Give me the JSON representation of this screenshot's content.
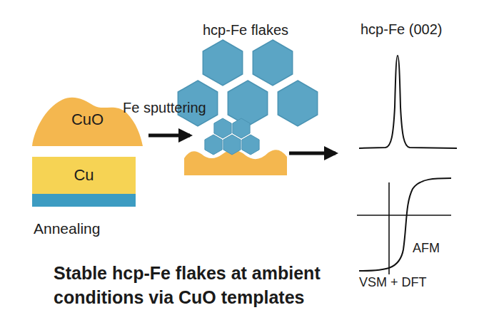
{
  "diagram": {
    "title": "Stable hcp-Fe flakes at ambient conditions via CuO templates",
    "nodes": [
      {
        "text": [
          "CuO"
        ]
      },
      {
        "text": [
          "Cu"
        ]
      }
    ],
    "labels": [
      "hcp-Fe flakes",
      "hcp-Fe (002)",
      "Fe sputtering",
      "Annealing",
      "AFM",
      "VSM + DFT"
    ]
  }
}
